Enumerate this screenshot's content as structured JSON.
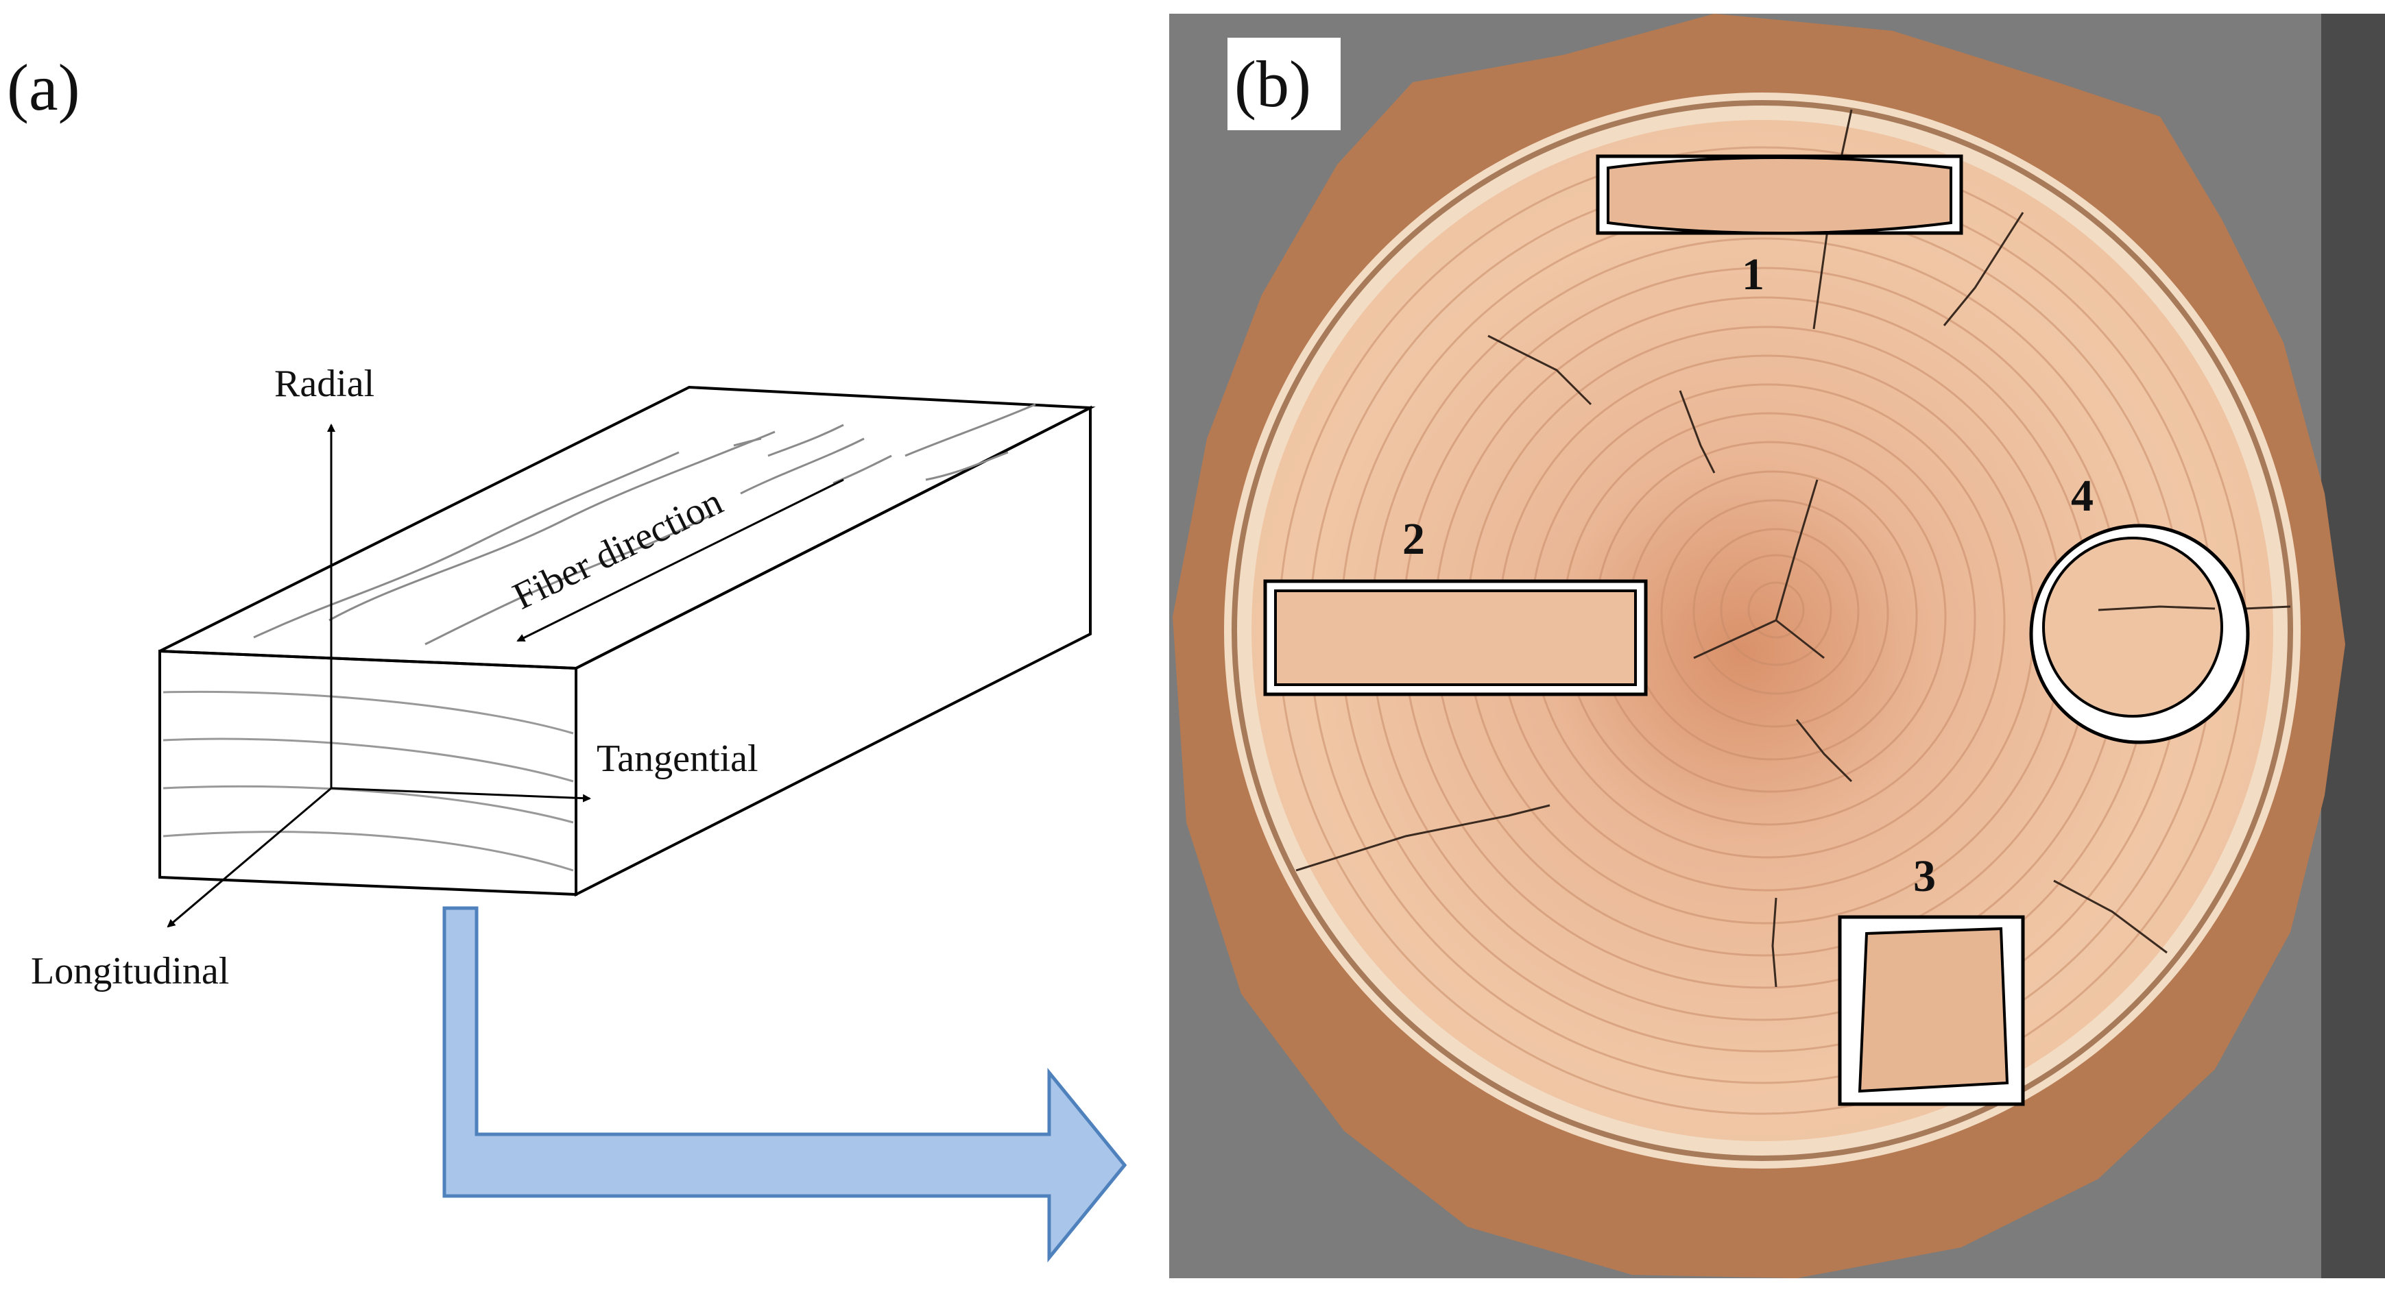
{
  "panel_a": {
    "label": "(a)",
    "axes": {
      "radial": "Radial",
      "tangential": "Tangential",
      "longitudinal": "Longitudinal"
    },
    "fiber_direction": "Fiber direction",
    "colors": {
      "arrow_fill": "#a9c6ea",
      "arrow_stroke": "#4f81bd"
    }
  },
  "panel_b": {
    "label": "(b)",
    "regions": [
      {
        "id": "1",
        "shape": "rectangle"
      },
      {
        "id": "2",
        "shape": "rectangle"
      },
      {
        "id": "3",
        "shape": "square"
      },
      {
        "id": "4",
        "shape": "circle"
      }
    ],
    "colors": {
      "background": "#7c7c7c",
      "bark": "#b57a52",
      "wood": "#ecc09f",
      "pith": "#d48a63",
      "sapwood_band": "#f3dcc4"
    }
  }
}
